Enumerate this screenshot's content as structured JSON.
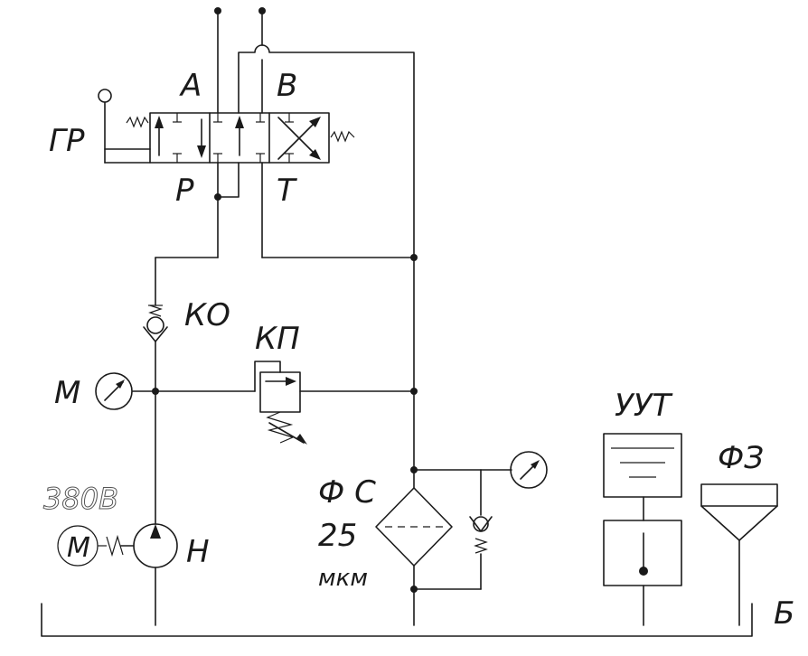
{
  "labels": {
    "valve": "ГР",
    "port_a": "A",
    "port_b": "B",
    "port_p": "P",
    "port_t": "T",
    "check_valve": "КО",
    "relief_valve": "КП",
    "gauge": "M",
    "voltage": "380В",
    "motor": "M",
    "pump": "Н",
    "filter_line1": "Ф С",
    "filter_line2": "25",
    "filter_line3": "мкм",
    "level_gauge": "УУТ",
    "breather_filter": "ФЗ",
    "tank": "Б"
  }
}
